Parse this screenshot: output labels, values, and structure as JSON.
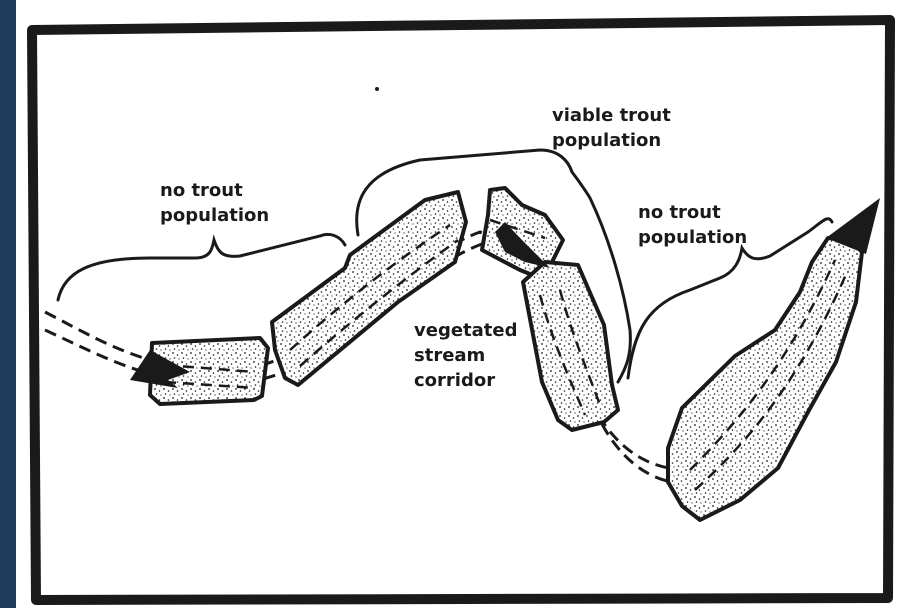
{
  "colors": {
    "ink": "#1a1a1a",
    "paper": "#ffffff",
    "edge_band": "#1f3c5a"
  },
  "labels": {
    "no_trout_left": [
      "no trout",
      "population"
    ],
    "viable_trout": [
      "viable trout",
      "population"
    ],
    "no_trout_right": [
      "no trout",
      "population"
    ],
    "corridor": [
      "vegetated",
      "stream",
      "corridor"
    ]
  }
}
